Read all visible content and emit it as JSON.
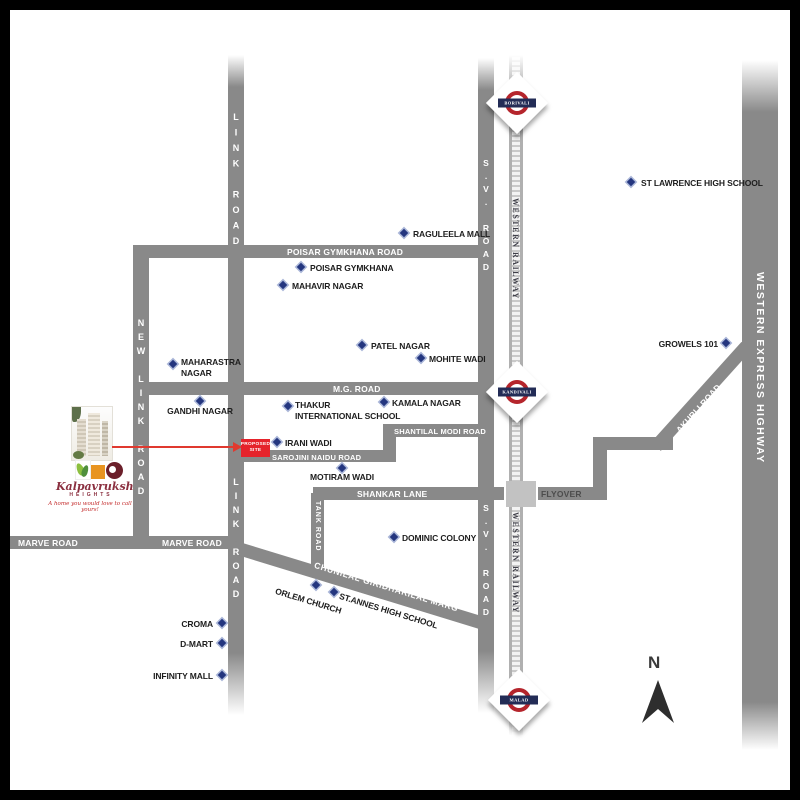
{
  "brand": {
    "name": "Kalpavruksh",
    "sub": "HEIGHTS",
    "tagline": "A home you would love to call yours!"
  },
  "proposed_site": {
    "line1": "PROPOSED",
    "line2": "SITE"
  },
  "compass": {
    "north": "N"
  },
  "colors": {
    "road_gray": "#898989",
    "accent_red": "#e5232b",
    "marker_blue": "#24367f",
    "roundel_red": "#b5252c",
    "roundel_navy": "#232c56"
  },
  "roads": {
    "link": "LINK ROAD",
    "new_link": "NEW LINK ROAD",
    "sv": "S.V. ROAD",
    "western_express": "WESTERN EXPRESS HIGHWAY",
    "western_railway": "WESTERN RAILWAY",
    "poisar": "POISAR GYMKHANA ROAD",
    "mg": "M.G. ROAD",
    "shantilal": "SHANTILAL MODI ROAD",
    "sarojini": "SAROJINI NAIDU ROAD",
    "shankar": "SHANKAR LANE",
    "flyover": "FLYOVER",
    "marve": "MARVE ROAD",
    "chunilal": "CHUNILAL GIRIDHARILAL MARG",
    "akurli": "AKURLI ROAD",
    "tank": "TANK ROAD"
  },
  "stations": {
    "borivali": "BORIVALI",
    "kandivali": "KANDIVALI",
    "malad": "MALAD"
  },
  "landmarks": {
    "st_lawrence": {
      "label": "ST LAWRENCE HIGH SCHOOL"
    },
    "raguleela": {
      "label": "RAGULEELA MALL"
    },
    "poisar_gym": {
      "label": "POISAR GYMKHANA"
    },
    "mahavir": {
      "label": "MAHAVIR NAGAR"
    },
    "patel": {
      "label": "PATEL NAGAR"
    },
    "mohite": {
      "label": "MOHITE WADI"
    },
    "maharastra": {
      "label": "MAHARASTRA",
      "label2": "NAGAR"
    },
    "growels": {
      "label": "GROWELS 101"
    },
    "gandhi": {
      "label": "GANDHI NAGAR"
    },
    "thakur": {
      "label": "THAKUR",
      "label2": "INTERNATIONAL SCHOOL"
    },
    "kamala": {
      "label": "KAMALA NAGAR"
    },
    "irani": {
      "label": "IRANI WADI"
    },
    "motiram": {
      "label": "MOTIRAM WADI"
    },
    "dominic": {
      "label": "DOMINIC COLONY"
    },
    "orlem": {
      "label": "ORLEM CHURCH"
    },
    "stannes": {
      "label": "ST.ANNES HIGH SCHOOL"
    },
    "croma": {
      "label": "CROMA"
    },
    "dmart": {
      "label": "D-MART"
    },
    "infinity": {
      "label": "INFINITY MALL"
    }
  }
}
